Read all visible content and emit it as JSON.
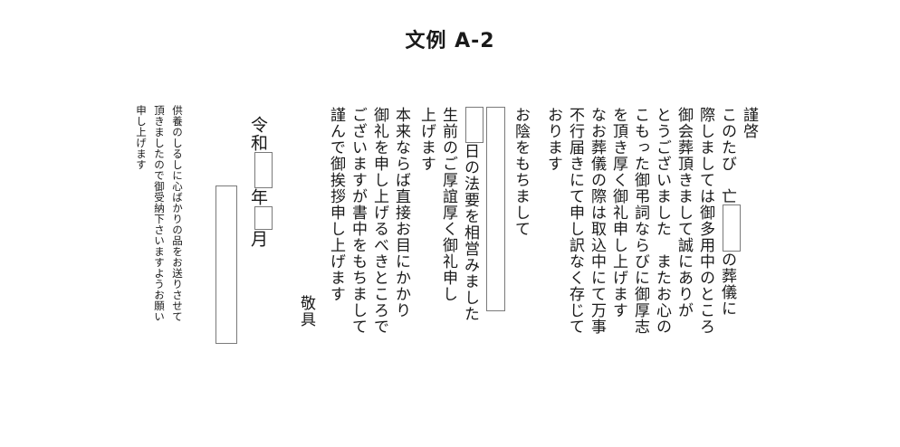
{
  "title": "文例 A-2",
  "letter": {
    "greeting": "謹啓",
    "line1_a": "このたび　亡",
    "line1_b": "の葬儀に",
    "line2": "際しましては御多用中のところ",
    "line3": "御会葬頂きまして誠にありが",
    "line4": "とうございました　またお心の",
    "line5": "こもった御弔詞ならびに御厚志",
    "line6": "を頂き厚く御礼申し上げます",
    "line7": "なお葬儀の際は取込中にて万事",
    "line8": "不行届きにて申し訳なく存じて",
    "line9": "おります",
    "line10": "お陰をもちまして",
    "line11_b": "日の法要を相営みました",
    "line12": "生前のご厚誼厚く御礼申し",
    "line13": "上げます",
    "line14": "本来ならば直接お目にかかり",
    "line15": "御礼を申し上げるべきところで",
    "line16": "ございますが書中をもちまして",
    "line17": "謹んで御挨拶申し上げます",
    "closing": "敬具"
  },
  "date": {
    "era": "令和",
    "year": "年",
    "month": "月"
  },
  "postscript": {
    "line1": "供養のしるしに心ばかりの品をお送りさせて",
    "line2": "頂きましたので御受納下さいますようお願い",
    "line3": "申し上げます"
  }
}
